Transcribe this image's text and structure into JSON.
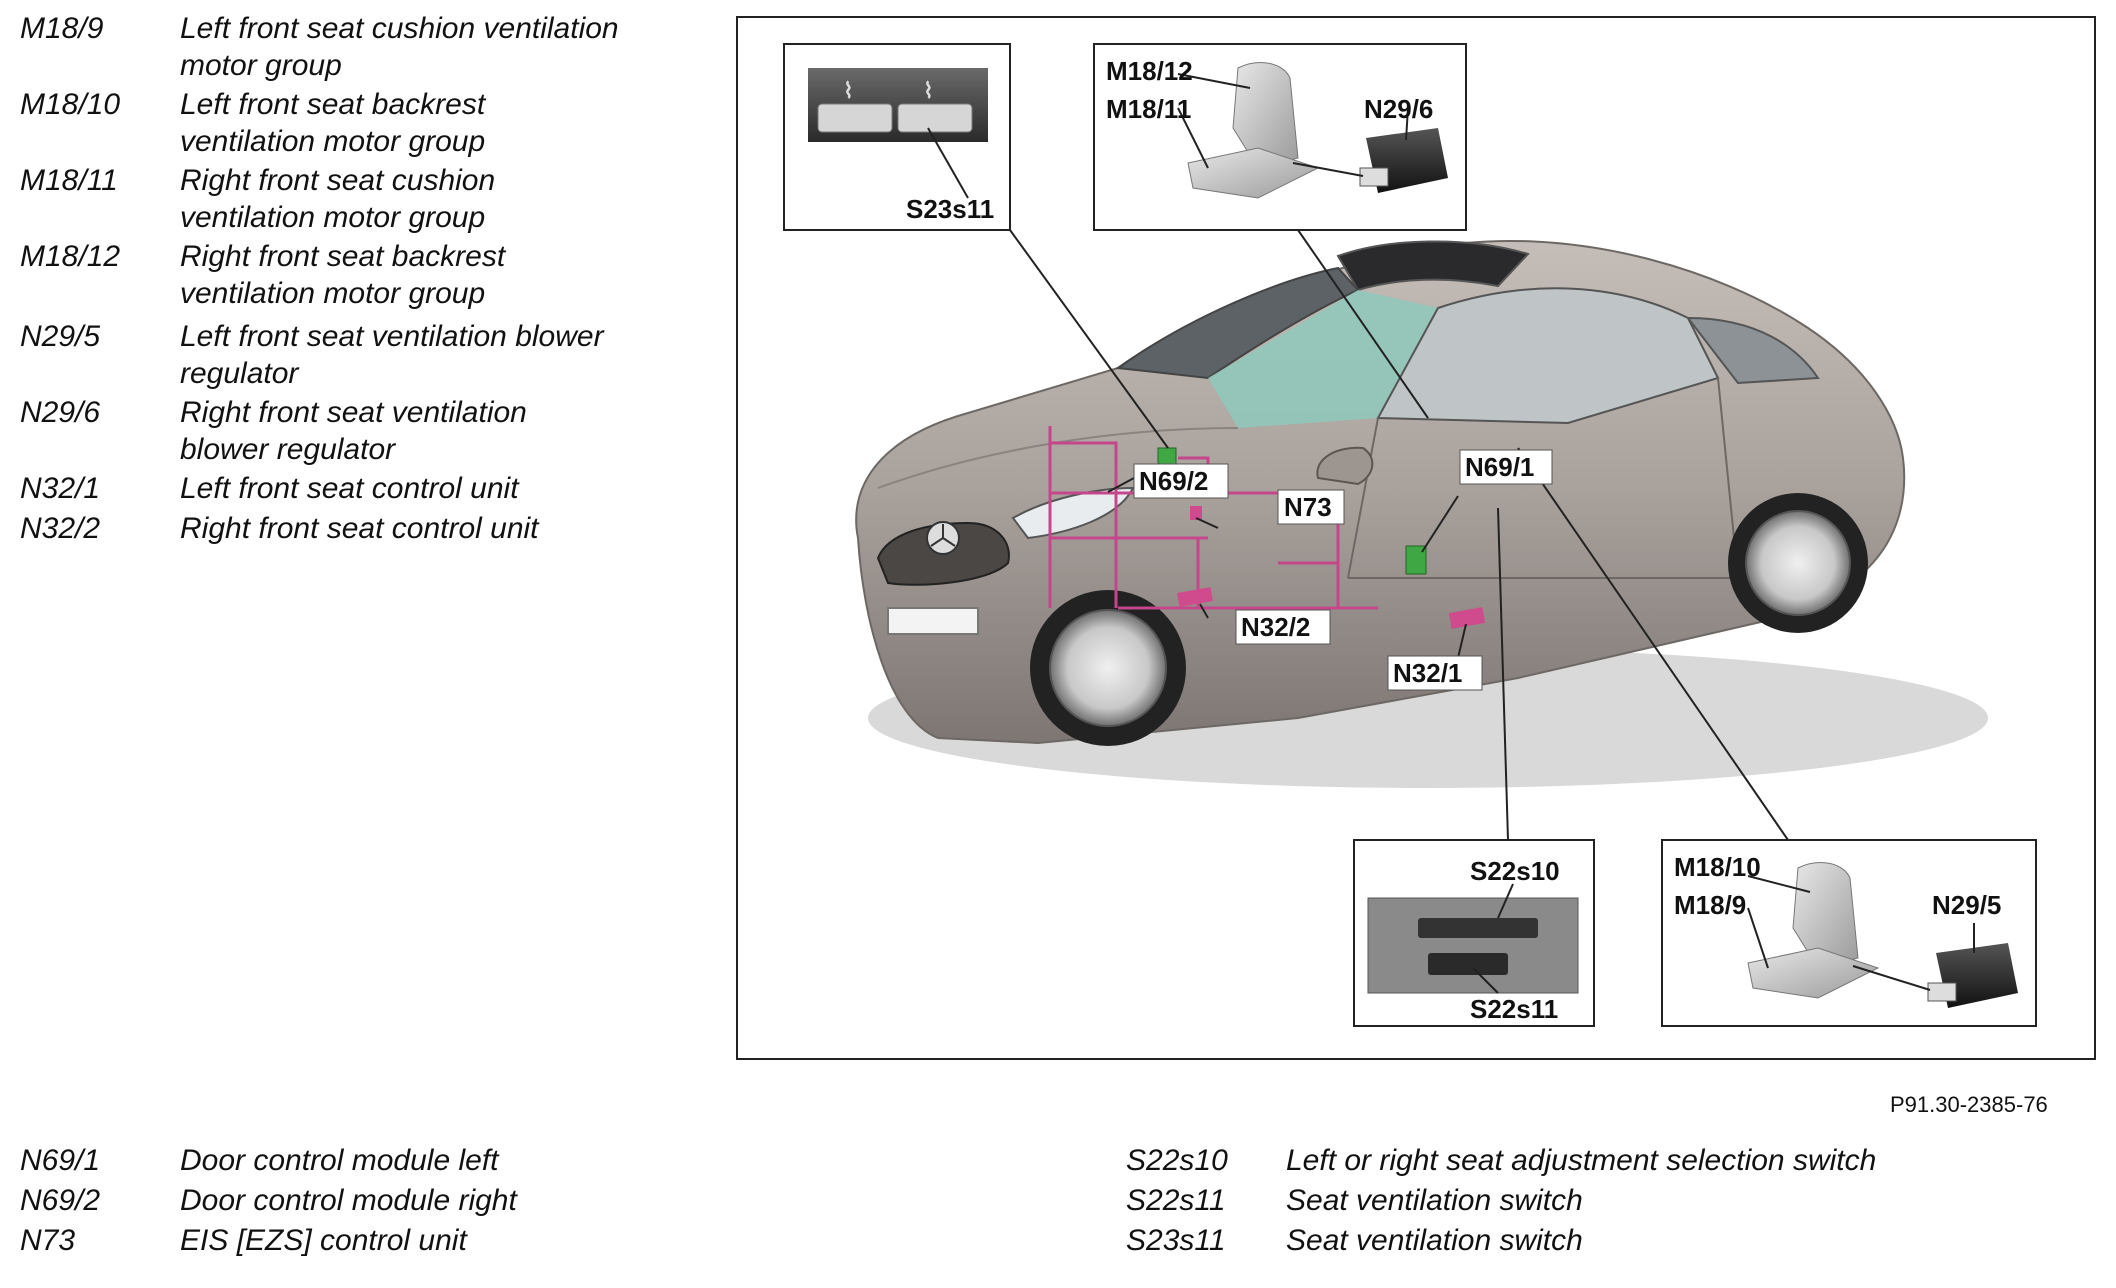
{
  "legend_top": [
    {
      "code": "M18/9",
      "lines": [
        "Left front seat cushion ventilation",
        "motor group"
      ]
    },
    {
      "code": "M18/10",
      "lines": [
        "Left front seat backrest",
        "ventilation motor group"
      ]
    },
    {
      "code": "M18/11",
      "lines": [
        "Right front seat cushion",
        "ventilation motor group"
      ]
    },
    {
      "code": "M18/12",
      "lines": [
        "Right front seat backrest",
        "ventilation motor group"
      ]
    },
    {
      "code": "N29/5",
      "lines": [
        "Left front seat ventilation blower",
        "regulator"
      ]
    },
    {
      "code": "N29/6",
      "lines": [
        "Right front seat ventilation",
        "blower regulator"
      ]
    },
    {
      "code": "N32/1",
      "lines": [
        "Left front seat control unit"
      ]
    },
    {
      "code": "N32/2",
      "lines": [
        "Right front seat control unit"
      ]
    }
  ],
  "legend_bottom_left": [
    {
      "code": "N69/1",
      "desc": "Door control module left"
    },
    {
      "code": "N69/2",
      "desc": "Door control module right"
    },
    {
      "code": "N73",
      "desc": "EIS [EZS] control unit"
    }
  ],
  "legend_bottom_right": [
    {
      "code": "S22s10",
      "desc": "Left or right seat adjustment selection switch"
    },
    {
      "code": "S22s11",
      "desc": "Seat ventilation switch"
    },
    {
      "code": "S23s11",
      "desc": "Seat ventilation switch"
    }
  ],
  "figure_ref": "P91.30-2385-76",
  "diagram": {
    "labels": {
      "s23s11": "S23s11",
      "m18_12": "M18/12",
      "m18_11": "M18/11",
      "n29_6": "N29/6",
      "n69_1": "N69/1",
      "n69_2": "N69/2",
      "n73": "N73",
      "n32_2": "N32/2",
      "n32_1": "N32/1",
      "s22s10": "S22s10",
      "s22s11": "S22s11",
      "m18_10": "M18/10",
      "m18_9": "M18/9",
      "n29_5": "N29/5"
    },
    "colors": {
      "car_body": "#a9a19c",
      "wiring": "#c6468c",
      "module_green": "#3fa844",
      "module_pink": "#d04a8e",
      "interior": "#8fc9bc"
    }
  }
}
